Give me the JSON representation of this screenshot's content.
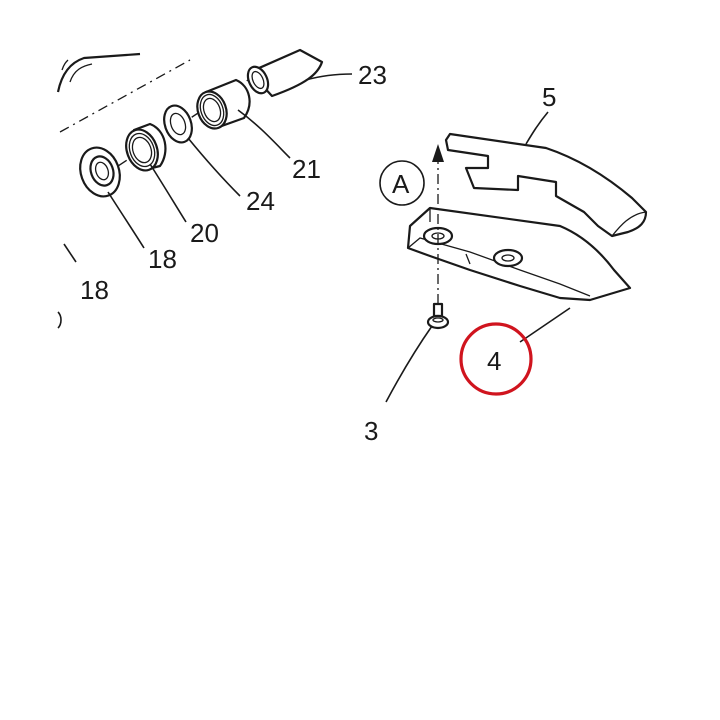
{
  "labels": {
    "p23": "23",
    "p5": "5",
    "p21": "21",
    "pA": "A",
    "p24": "24",
    "p20": "20",
    "p18a": "18",
    "p18b": "18",
    "p4": "4",
    "p3": "3"
  },
  "highlight_color": "#d0141e"
}
